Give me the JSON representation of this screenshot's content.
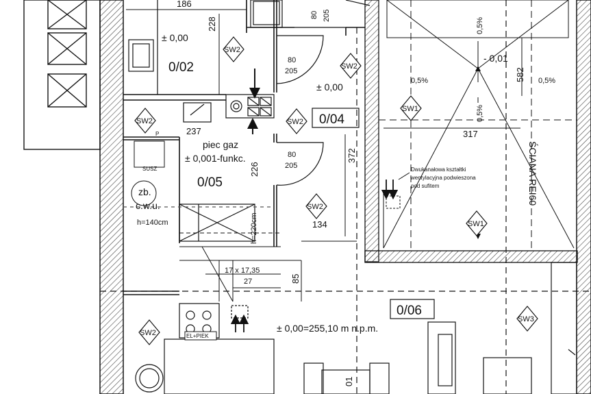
{
  "rooms": {
    "r0202": "0/02",
    "r0204": "0/04",
    "r0205": "0/05",
    "r0206": "0/06"
  },
  "levels": {
    "l_0202": "± 0,00",
    "l_0204": "± 0,00",
    "l_minus": "- 0,01",
    "l_0205": "± 0,001-funkc.",
    "l_0206": "± 0,00=255,10 m n.p.m."
  },
  "tags": {
    "sw1": "SW1",
    "sw2": "SW2",
    "sw3": "SW3",
    "sw2p_sub": "P"
  },
  "dimensions": {
    "d186": "186",
    "d228": "228",
    "d80a": "80",
    "d205a": "205",
    "d80b": "80",
    "d205b": "205",
    "d80c": "80",
    "d205c": "205",
    "d237": "237",
    "d226": "226",
    "d372": "372",
    "d134": "134",
    "d317": "317",
    "d582": "582",
    "d85": "85",
    "d01": "01"
  },
  "slopes": {
    "s1": "0,5%",
    "s2": "0,5%",
    "s3": "0,5%",
    "s4": "0,5%"
  },
  "notes": {
    "piec": "piec gaz",
    "susz": "SUSZ",
    "zb1": "zb.",
    "zb2": "c.w.u.",
    "zb3": "h=140cm",
    "h220": "h=220cm",
    "stairs1": "17 x 17,35",
    "stairs2": "27",
    "duct1": "Dwukanałowa kształtki",
    "duct2": "wentylacyjna podwieszona",
    "duct3": "pod sufitem",
    "elpiek": "EL+PIEK",
    "wall": "ŚCIANA REI60"
  }
}
